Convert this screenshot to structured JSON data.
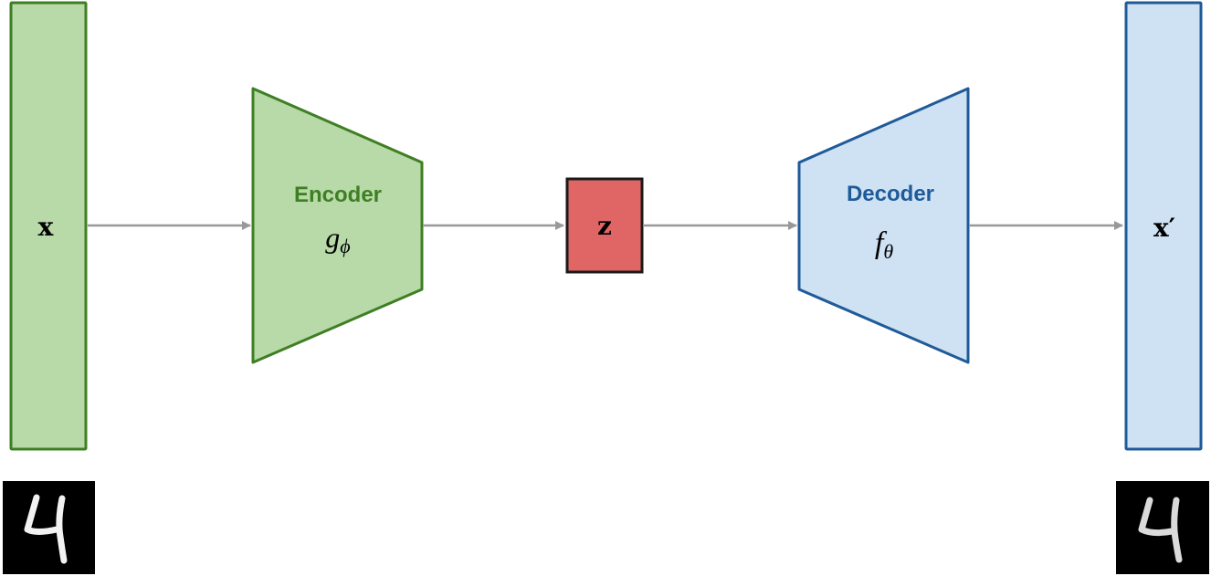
{
  "input": {
    "symbol": "x",
    "fill": "#b8d9a8",
    "stroke": "#3f7f24"
  },
  "encoder": {
    "label": "Encoder",
    "symbol_base": "g",
    "symbol_sub": "ϕ",
    "label_color": "#3f7f24",
    "fill": "#b8d9a8",
    "stroke": "#3f7f24"
  },
  "latent": {
    "symbol": "z",
    "fill": "#e06666",
    "stroke": "#1a1a1a"
  },
  "decoder": {
    "label": "Decoder",
    "symbol_base": "f",
    "symbol_sub": "θ",
    "label_color": "#1f5a99",
    "fill": "#cfe2f3",
    "stroke": "#1f5a99"
  },
  "output": {
    "symbol": "x′",
    "fill": "#cfe2f3",
    "stroke": "#1f5a99"
  },
  "arrow_color": "#999999",
  "images": {
    "input_digit": "4",
    "output_digit": "4"
  }
}
